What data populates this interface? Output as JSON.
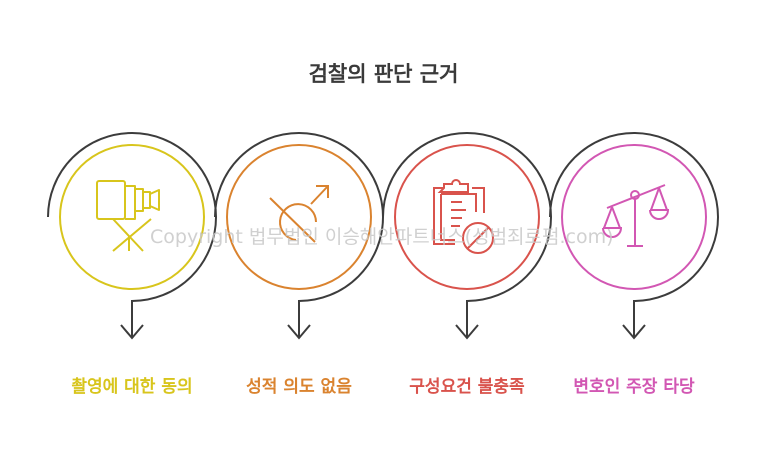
{
  "title": "검찰의 판단 근거",
  "watermark": "Copyright 법무법인 이승해안파트너스(성범죄로펌.com)",
  "steps": [
    {
      "label": "촬영에 대한 동의",
      "icon": "video-camera-icon",
      "color": "#d8c51c"
    },
    {
      "label": "성적 의도 없음",
      "icon": "crossed-male-symbol-icon",
      "color": "#da832f"
    },
    {
      "label": "구성요건 불충족",
      "icon": "clipboard-prohibited-icon",
      "color": "#d9534c"
    },
    {
      "label": "변호인 주장 타당",
      "icon": "scales-icon",
      "color": "#d257b3"
    }
  ]
}
